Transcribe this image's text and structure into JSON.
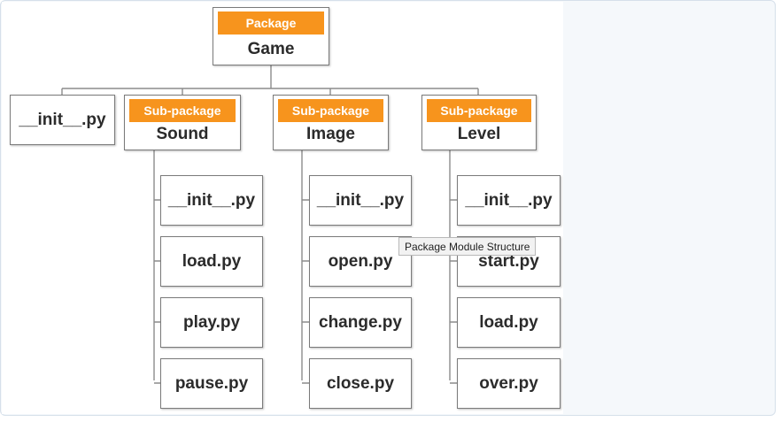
{
  "root": {
    "tag": "Package",
    "name": "Game",
    "init_file": "__init__.py"
  },
  "subpackages": [
    {
      "tag": "Sub-package",
      "name": "Sound",
      "files": [
        "__init__.py",
        "load.py",
        "play.py",
        "pause.py"
      ]
    },
    {
      "tag": "Sub-package",
      "name": "Image",
      "files": [
        "__init__.py",
        "open.py",
        "change.py",
        "close.py"
      ]
    },
    {
      "tag": "Sub-package",
      "name": "Level",
      "files": [
        "__init__.py",
        "start.py",
        "load.py",
        "over.py"
      ]
    }
  ],
  "tooltip": "Package Module Structure"
}
